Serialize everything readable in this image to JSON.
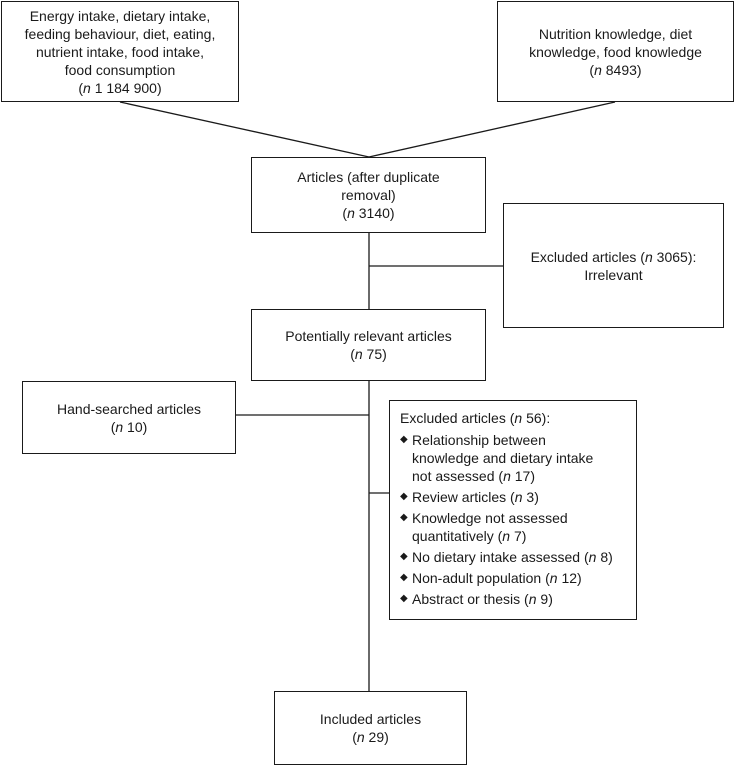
{
  "boxes": {
    "energy": {
      "lines": [
        "Energy intake, dietary intake,",
        "feeding behaviour, diet, eating,",
        "nutrient intake, food intake,",
        "food consumption"
      ],
      "count": "1 184 900"
    },
    "nutrition": {
      "lines": [
        "Nutrition knowledge, diet",
        "knowledge, food knowledge"
      ],
      "count": "8493"
    },
    "articles": {
      "lines": [
        "Articles (after duplicate",
        "removal)"
      ],
      "count": "3140"
    },
    "excluded_irrelevant": {
      "prefix": "Excluded articles (",
      "count": "3065",
      "suffix": "):",
      "line2": "Irrelevant"
    },
    "potential": {
      "lines": [
        "Potentially relevant articles"
      ],
      "count": "75"
    },
    "hand": {
      "lines": [
        "Hand-searched articles"
      ],
      "count": "10"
    },
    "excluded_reasons": {
      "prefix": "Excluded articles (",
      "count": "56",
      "suffix": "):",
      "bullet_glyph": "◆",
      "items": [
        {
          "lines": [
            "Relationship between",
            "knowledge and dietary intake",
            "not assessed ("
          ],
          "count": "17",
          "tail": ")"
        },
        {
          "lines": [
            "Review articles ("
          ],
          "count": "3",
          "tail": ")"
        },
        {
          "lines": [
            "Knowledge not assessed",
            "quantitatively ("
          ],
          "count": "7",
          "tail": ")"
        },
        {
          "lines": [
            "No dietary intake assessed ("
          ],
          "count": "8",
          "tail": ")"
        },
        {
          "lines": [
            "Non-adult population ("
          ],
          "count": "12",
          "tail": ")"
        },
        {
          "lines": [
            "Abstract or thesis ("
          ],
          "count": "9",
          "tail": ")"
        }
      ]
    },
    "included": {
      "lines": [
        "Included articles"
      ],
      "count": "29"
    }
  },
  "n_symbol": "n"
}
